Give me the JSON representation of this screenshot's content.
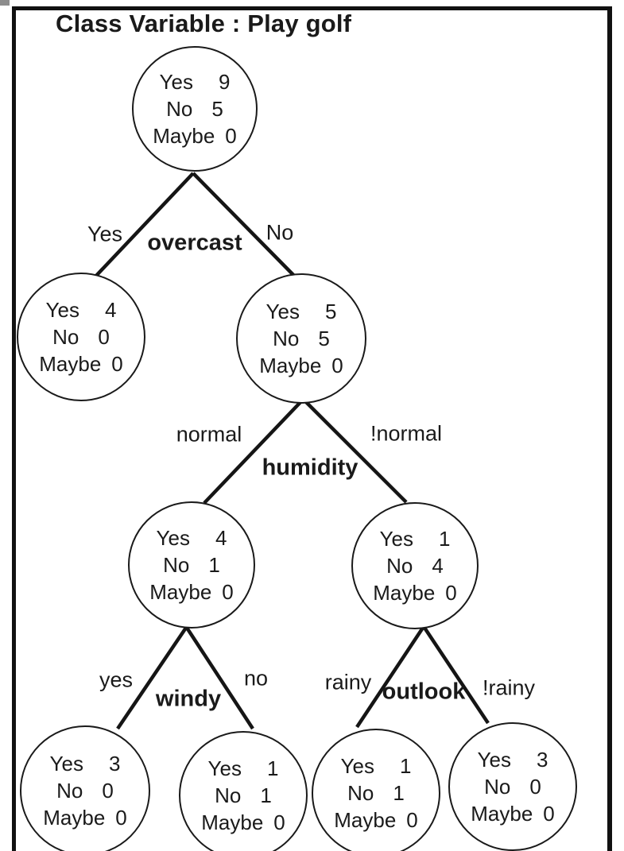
{
  "title": "Class Variable : Play golf",
  "ink_color": "#1a1a1a",
  "splits": [
    {
      "attribute": "overcast",
      "left_label": "Yes",
      "right_label": "No"
    },
    {
      "attribute": "humidity",
      "left_label": "normal",
      "right_label": "!normal"
    },
    {
      "attribute": "windy",
      "left_label": "yes",
      "right_label": "no"
    },
    {
      "attribute": "outlook",
      "left_label": "rainy",
      "right_label": "!rainy"
    }
  ],
  "nodes": [
    {
      "id": "root",
      "rows": [
        {
          "label": "Yes",
          "value": "9"
        },
        {
          "label": "No",
          "value": "5"
        },
        {
          "label": "Maybe",
          "value": "0"
        }
      ]
    },
    {
      "id": "overcast-yes",
      "rows": [
        {
          "label": "Yes",
          "value": "4"
        },
        {
          "label": "No",
          "value": "0"
        },
        {
          "label": "Maybe",
          "value": "0"
        }
      ]
    },
    {
      "id": "overcast-no",
      "rows": [
        {
          "label": "Yes",
          "value": "5"
        },
        {
          "label": "No",
          "value": "5"
        },
        {
          "label": "Maybe",
          "value": "0"
        }
      ]
    },
    {
      "id": "humidity-normal",
      "rows": [
        {
          "label": "Yes",
          "value": "4"
        },
        {
          "label": "No",
          "value": "1"
        },
        {
          "label": "Maybe",
          "value": "0"
        }
      ]
    },
    {
      "id": "humidity-not-normal",
      "rows": [
        {
          "label": "Yes",
          "value": "1"
        },
        {
          "label": "No",
          "value": "4"
        },
        {
          "label": "Maybe",
          "value": "0"
        }
      ]
    },
    {
      "id": "windy-yes",
      "rows": [
        {
          "label": "Yes",
          "value": "3"
        },
        {
          "label": "No",
          "value": "0"
        },
        {
          "label": "Maybe",
          "value": "0"
        }
      ]
    },
    {
      "id": "windy-no",
      "rows": [
        {
          "label": "Yes",
          "value": "1"
        },
        {
          "label": "No",
          "value": "1"
        },
        {
          "label": "Maybe",
          "value": "0"
        }
      ]
    },
    {
      "id": "outlook-rainy",
      "rows": [
        {
          "label": "Yes",
          "value": "1"
        },
        {
          "label": "No",
          "value": "1"
        },
        {
          "label": "Maybe",
          "value": "0"
        }
      ]
    },
    {
      "id": "outlook-not-rainy",
      "rows": [
        {
          "label": "Yes",
          "value": "3"
        },
        {
          "label": "No",
          "value": "0"
        },
        {
          "label": "Maybe",
          "value": "0"
        }
      ]
    }
  ]
}
